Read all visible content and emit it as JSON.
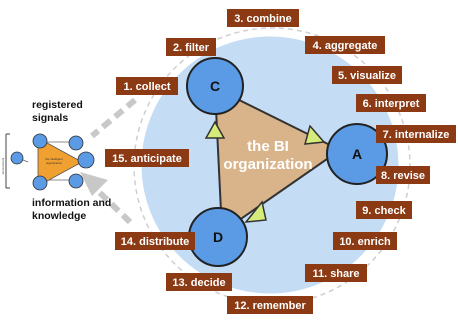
{
  "diagram": {
    "center_title_line1": "the BI",
    "center_title_line2": "organization",
    "nodes": {
      "a": "A",
      "c": "C",
      "d": "D"
    },
    "steps": [
      "1. collect",
      "2. filter",
      "3. combine",
      "4. aggregate",
      "5. visualize",
      "6. interpret",
      "7. internalize",
      "8. revise",
      "9. check",
      "10. enrich",
      "11. share",
      "12. remember",
      "13. decide",
      "14. distribute",
      "15. anticipate"
    ],
    "left_labels": {
      "registered_line1": "registered",
      "registered_line2": "signals",
      "info_line1": "information and",
      "info_line2": "knowledge"
    },
    "mini_diagram": {
      "center_line1": "the intelligent",
      "center_line2": "organization",
      "side_label": "environment"
    }
  },
  "colors": {
    "step_box": "#8b3a14",
    "node_fill": "#5b9be6",
    "triangle_fill": "#d9b48a",
    "pale_circle": "#c5dcf5",
    "arrow_head": "#d6ec7a",
    "big_arrow": "#c8c8c8"
  }
}
